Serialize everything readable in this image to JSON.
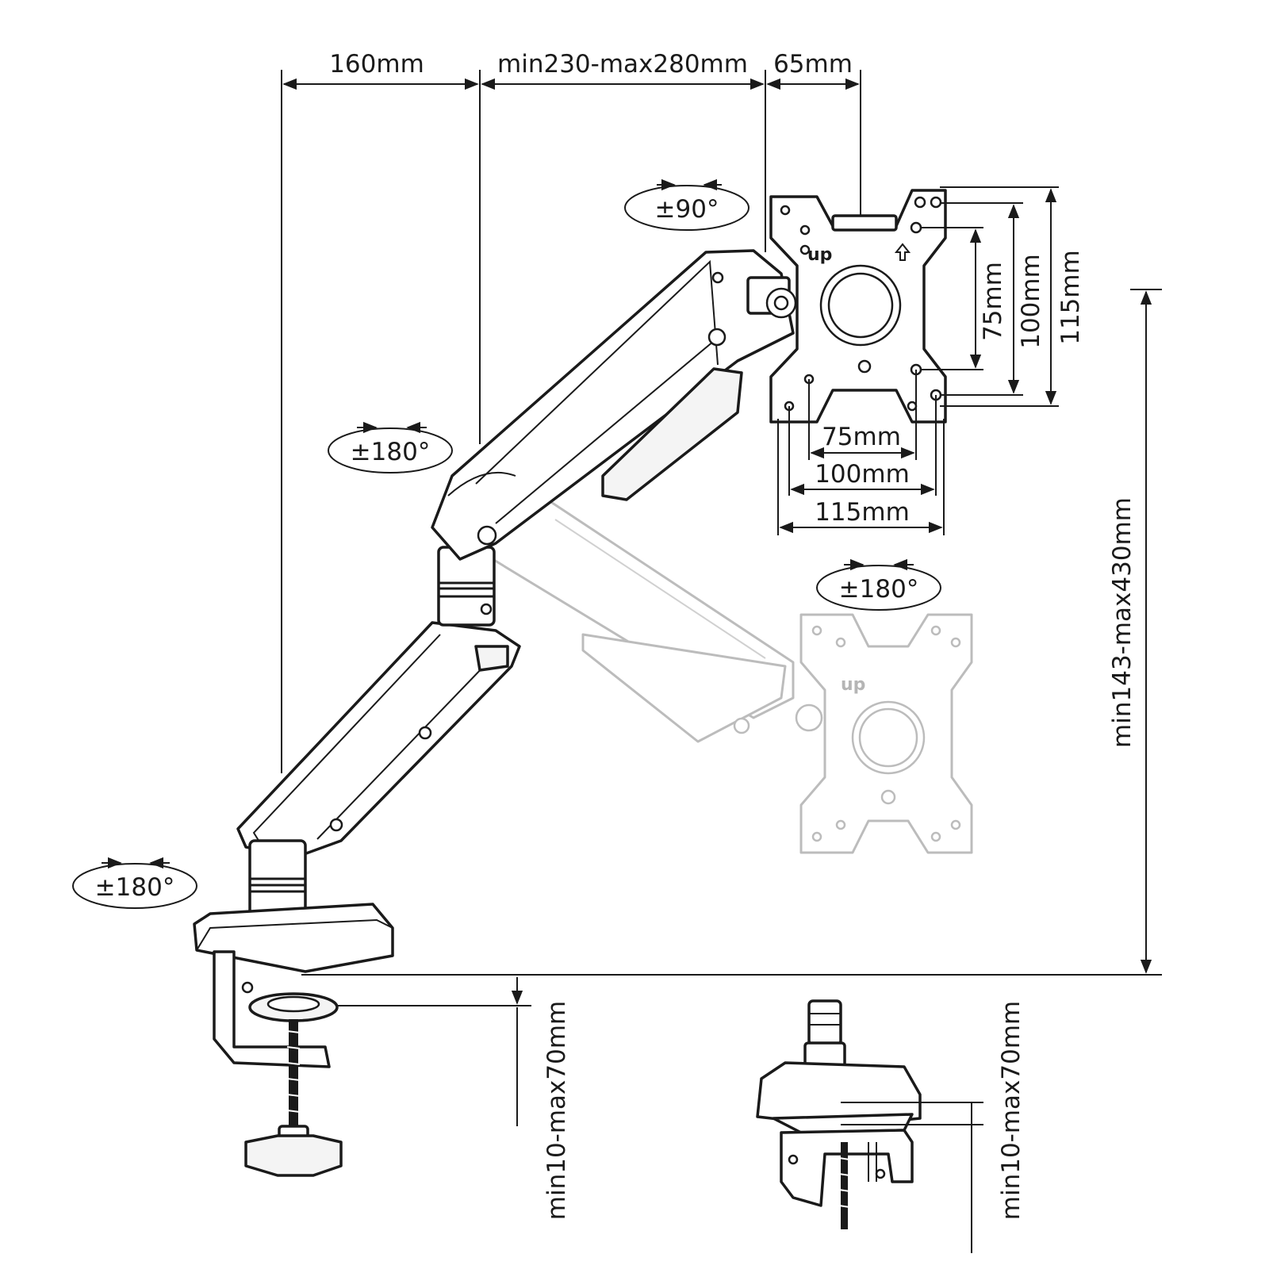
{
  "dimensions": {
    "arm_base": "160mm",
    "arm_reach": "min230-max280mm",
    "head_offset": "65mm",
    "vesa_v_75": "75mm",
    "vesa_v_100": "100mm",
    "vesa_v_115": "115mm",
    "vesa_h_75": "75mm",
    "vesa_h_100": "100mm",
    "vesa_h_115": "115mm",
    "height_range": "min143-max430mm",
    "clamp_thickness": "min10-max70mm",
    "grommet_thickness": "min10-max70mm"
  },
  "rotations": {
    "tilt": "±90°",
    "elbow": "±180°",
    "swivel": "±180°",
    "base": "±180°"
  },
  "plate_label": "up",
  "plate_label_ghost": "up",
  "colors": {
    "line": "#1a1a1a",
    "ghost": "#bcbcbc"
  }
}
